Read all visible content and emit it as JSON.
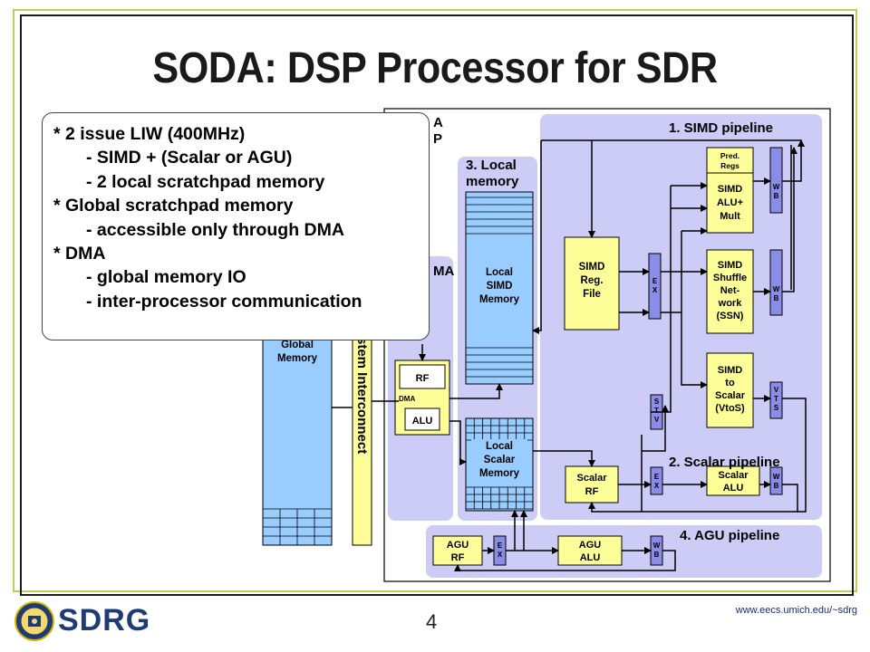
{
  "slide": {
    "title": "SODA: DSP Processor for SDR",
    "page_number": "4",
    "url": "www.eecs.umich.edu/~sdrg",
    "logo_text": "SDRG"
  },
  "callout": {
    "lines": [
      {
        "text": "* 2 issue LIW (400MHz)",
        "level": 0
      },
      {
        "text": "- SIMD + (Scalar or AGU)",
        "level": 1
      },
      {
        "text": "- 2 local scratchpad memory",
        "level": 1
      },
      {
        "text": "* Global scratchpad memory",
        "level": 0
      },
      {
        "text": "- accessible only through DMA",
        "level": 1
      },
      {
        "text": "* DMA",
        "level": 0
      },
      {
        "text": "- global memory IO",
        "level": 1
      },
      {
        "text": "- inter-processor communication",
        "level": 1
      }
    ]
  },
  "diagram": {
    "pe_label": [
      "A",
      "P"
    ],
    "dma_section": "MA",
    "global_memory": "Global Memory",
    "interconnect": "stem Interconnect",
    "rf": "RF",
    "dma": "DMA",
    "alu": "ALU",
    "local_memory_header": "3. Local memory",
    "local_simd_memory": "Local SIMD Memory",
    "local_scalar_memory": "Local Scalar Memory",
    "simd_pipeline": "1. SIMD pipeline",
    "simd_reg_file": "SIMD Reg. File",
    "pred_regs": "Pred. Regs",
    "simd_alu": "SIMD ALU+ Mult",
    "simd_shuffle": "SIMD Shuffle Net- work (SSN)",
    "simd_to_scalar": "SIMD to Scalar (VtoS)",
    "scalar_pipeline": "2. Scalar pipeline",
    "scalar_rf": "Scalar RF",
    "scalar_alu": "Scalar ALU",
    "agu_pipeline": "4. AGU pipeline",
    "agu_rf": "AGU RF",
    "agu_alu": "AGU ALU",
    "ex": "EX",
    "wb": "WB",
    "stv": "STV",
    "vts": "VTS"
  },
  "colors": {
    "lavender": "#ccccf6",
    "yellow": "#ffff99",
    "blue": "#99ccff",
    "stage": "#8b8be8",
    "title": "#1a1a1a",
    "logo": "#1f3b73"
  }
}
